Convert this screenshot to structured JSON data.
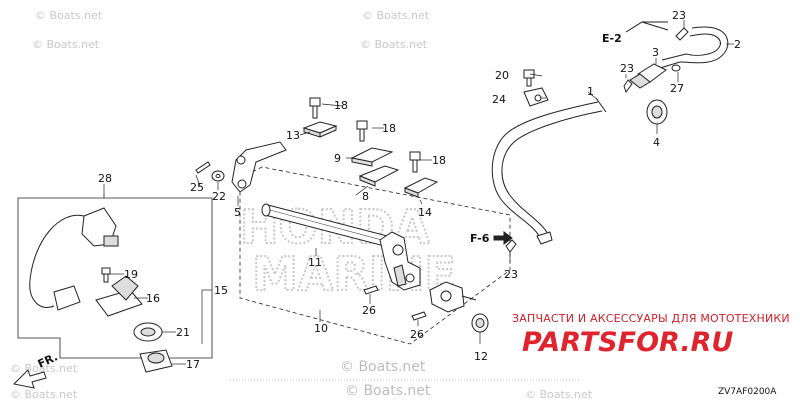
{
  "watermarks": {
    "site_small": "© Boats.net",
    "site_bottom": "© Boats.net",
    "brand_line1": "HONDA",
    "brand_line2": "MARINE"
  },
  "ref_labels": {
    "e2": "E-2",
    "f6": "F-6",
    "fr": "FR."
  },
  "part_labels": {
    "p1": "1",
    "p2": "2",
    "p3": "3",
    "p4": "4",
    "p5": "5",
    "p8": "8",
    "p9": "9",
    "p10": "10",
    "p11": "11",
    "p12": "12",
    "p13": "13",
    "p14": "14",
    "p15": "15",
    "p16": "16",
    "p17": "17",
    "p18a": "18",
    "p18b": "18",
    "p18c": "18",
    "p19": "19",
    "p20": "20",
    "p21": "21",
    "p22": "22",
    "p23a": "23",
    "p23b": "23",
    "p23c": "23",
    "p24": "24",
    "p25": "25",
    "p26a": "26",
    "p26b": "26",
    "p27": "27",
    "p28": "28"
  },
  "ad": {
    "text": "ЗАПЧАСТИ И АКСЕССУАРЫ ДЛЯ МОТОТЕХНИКИ",
    "brand": "PARTSFOR.RU"
  },
  "diagram_code": "ZV7AF0200A"
}
